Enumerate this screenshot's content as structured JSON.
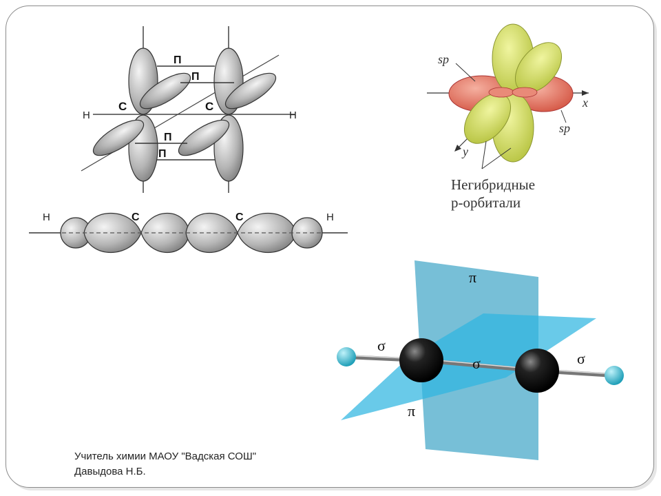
{
  "slide": {
    "footer": {
      "line1": "Учитель химии МАОУ \"Вадская СОШ\"",
      "line2": "Давыдова Н.Б."
    }
  },
  "pi_orbitals_diagram": {
    "atom_left": "C",
    "atom_right": "C",
    "h_left": "H",
    "h_right": "H",
    "pi_label": "П"
  },
  "sigma_diagram": {
    "h_left": "H",
    "h_right": "H",
    "c_left": "C",
    "c_right": "C"
  },
  "sp_orbital_diagram": {
    "sp_top": "sp",
    "sp_right": "sp",
    "axis_x": "x",
    "axis_y": "y",
    "caption_line1": "Негибридные",
    "caption_line2": "p-орбитали"
  },
  "molecule_3d": {
    "pi_top": "π",
    "pi_bottom": "π",
    "sigma_left": "σ",
    "sigma_center": "σ",
    "sigma_right": "σ"
  },
  "colors": {
    "frame": "#8a8a8a",
    "plane": "#3fb3d6",
    "carbon": "#111111",
    "hydrogen": "#33b8d0",
    "yellow_lobe": "#c9d65a",
    "red_lobe": "#e36a5a"
  }
}
